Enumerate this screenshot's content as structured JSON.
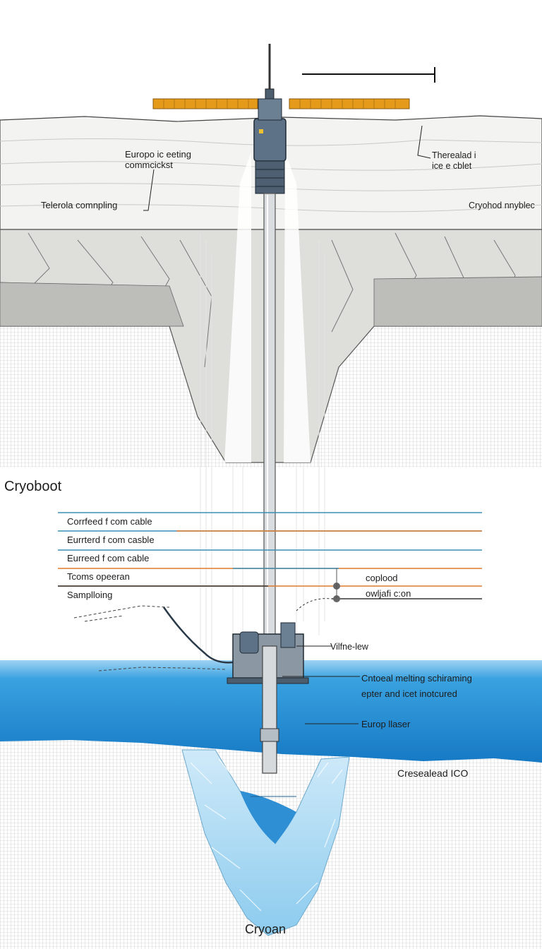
{
  "labels": {
    "europa_ice_heading": "Europo ic eeting\ncommcickst",
    "telemetry_left": "Telerola comnpling",
    "thermal_ice_right": "Therealad i\nice e cblet",
    "cryobot_right_top": "Cryohod nnyblec",
    "cryobot_title": "Cryoboot",
    "cable_1": "Corrfeed f com cable",
    "cable_2": "Eurrterd f com casble",
    "cable_3": "Eurreed f com cable",
    "tcoms_operan": "Tcoms opeeran",
    "sampling": "Samplloing",
    "coplood": "coplood",
    "owljafi_cion": "owljafi c:on",
    "vilfine_lew": "Vilfne-lew",
    "melting_scheme": "Cntoeal melting schiraming\nepter and icet inotcured",
    "europ_llaser": "Europ llaser",
    "cresealead_ice": "Cresealead ICO",
    "cryoan_bottom": "Cryoan"
  },
  "colors": {
    "ice_surface": "#f2f2f0",
    "cracked_ice": "#dcdcd9",
    "ocean": "#1f8fd6",
    "ocean_light": "#69b8ea",
    "solar_panel": "#e59a1a",
    "cable_blue": "#3a8fb5",
    "cable_orange": "#e07a2c",
    "probe_body": "#5d7286",
    "pool_ice": "#a8d8f2"
  }
}
